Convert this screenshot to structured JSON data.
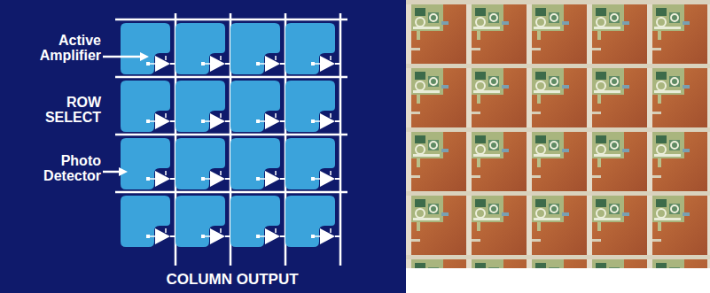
{
  "diagram": {
    "labels": [
      "Active Amplifier",
      "ROW SELECT",
      "Photo Detector",
      "COLUMN OUTPUT"
    ]
  }
}
